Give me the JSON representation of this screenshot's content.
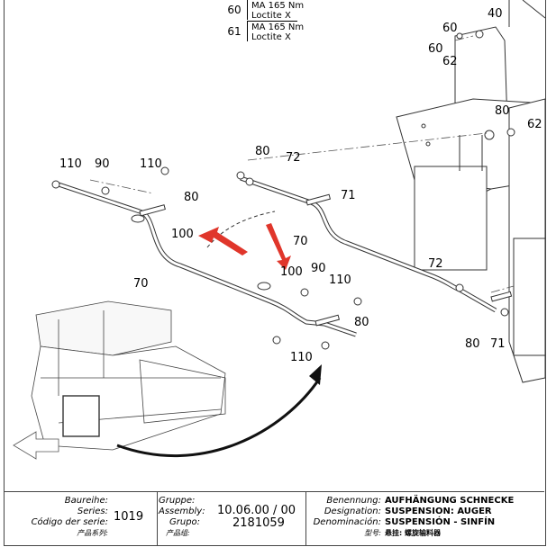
{
  "torque_table": [
    {
      "pos": "60",
      "value": "MA 165 Nm",
      "compound": "Loctite X"
    },
    {
      "pos": "61",
      "value": "MA 165 Nm",
      "compound": "Loctite X"
    }
  ],
  "callouts": {
    "c40": "40",
    "c60": "60",
    "c62a": "62",
    "c80a": "80",
    "c62b": "62",
    "c110a": "110",
    "c90a": "90",
    "c110b": "110",
    "c80b": "80",
    "c100a": "100",
    "c70a": "70",
    "c80c": "80",
    "c72a": "72",
    "c71a": "71",
    "c70b": "70",
    "c100b": "100",
    "c90b": "90",
    "c110c": "110",
    "c80d": "80",
    "c110d": "110",
    "c72b": "72",
    "c80e": "80",
    "c71b": "71"
  },
  "title_block": {
    "series_labels": [
      "Baureihe:",
      "Series:",
      "Código der serie:",
      "产品系列:"
    ],
    "series_value": "1019",
    "group_labels": [
      "Gruppe:",
      "Assembly:",
      "Grupo:",
      "产品组:"
    ],
    "assembly_value": "10.06.00 / 00",
    "group_value": "2181059",
    "name_labels": [
      "Benennung:",
      "Designation:",
      "Denominación:",
      "型号:"
    ],
    "designations": [
      "AUFHÄNGUNG SCHNECKE",
      "SUSPENSION: AUGER",
      "SUSPENSIÓN - SINFÍN",
      "悬挂: 螺旋输料器"
    ]
  }
}
